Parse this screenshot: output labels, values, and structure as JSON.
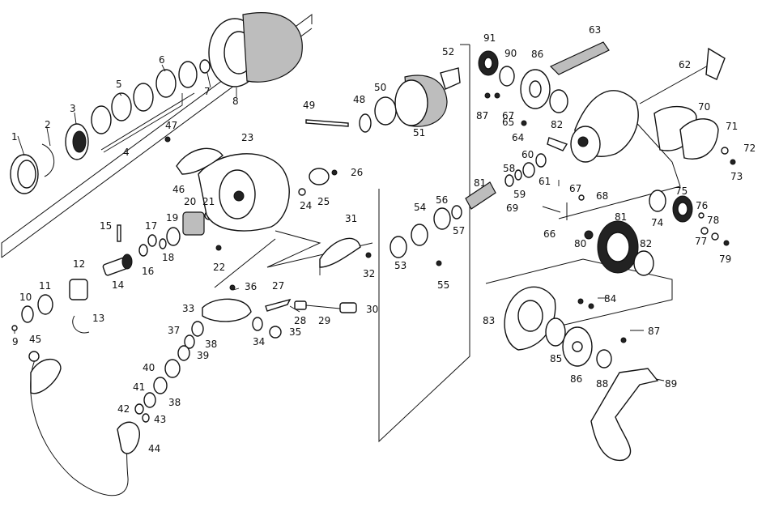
{
  "labels": [
    "1",
    "2",
    "3",
    "4",
    "5",
    "6",
    "7",
    "8",
    "9",
    "10",
    "11",
    "12",
    "13",
    "14",
    "15",
    "16",
    "17",
    "18",
    "19",
    "20",
    "21",
    "22",
    "23",
    "24",
    "25",
    "26",
    "27",
    "28",
    "29",
    "30",
    "31",
    "32",
    "33",
    "34",
    "35",
    "36",
    "37",
    "38",
    "39",
    "40",
    "41",
    "42",
    "43",
    "44",
    "45",
    "46",
    "47",
    "48",
    "49",
    "50",
    "51",
    "52",
    "53",
    "54",
    "55",
    "56",
    "57",
    "58",
    "59",
    "60",
    "61",
    "62",
    "63",
    "64",
    "65",
    "66",
    "67",
    "68",
    "69",
    "70",
    "71",
    "72",
    "73",
    "74",
    "75",
    "76",
    "77",
    "78",
    "79",
    "80",
    "81",
    "82",
    "83",
    "84",
    "85",
    "86",
    "87",
    "88",
    "89",
    "90",
    "91"
  ],
  "extra_labels": {
    "l38b": "38",
    "l67b": "67",
    "l81b": "81",
    "l82b": "82",
    "l86b": "86",
    "l87b": "87"
  }
}
